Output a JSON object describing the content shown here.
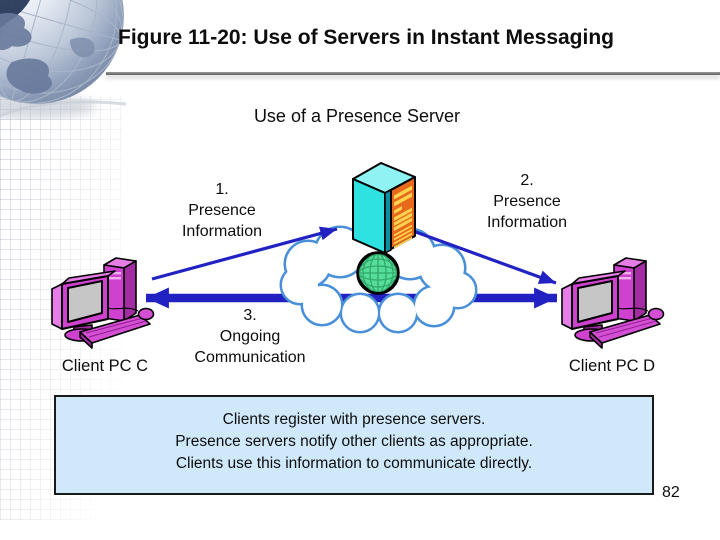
{
  "slide": {
    "title": "Figure 11-20: Use of Servers in Instant Messaging",
    "subtitle": "Use of a Presence Server",
    "page_number": "82"
  },
  "diagram": {
    "steps": {
      "step1": {
        "number": "1.",
        "line1": "Presence",
        "line2": "Information"
      },
      "step2": {
        "number": "2.",
        "line1": "Presence",
        "line2": "Information"
      },
      "step3": {
        "number": "3.",
        "line1": "Ongoing",
        "line2": "Communication"
      }
    },
    "clients": {
      "left": "Client PC C",
      "right": "Client PC D"
    },
    "icons": {
      "server": "presence-server-icon",
      "cloud": "network-cloud-icon",
      "globe": "internet-globe-icon",
      "client_left": "desktop-pc-icon",
      "client_right": "desktop-pc-icon",
      "decoration": "world-globe-icon"
    }
  },
  "note_box": {
    "line1": "Clients register with presence servers.",
    "line2": "Presence servers notify other clients as appropriate.",
    "line3": "Clients use this information to communicate directly."
  },
  "colors": {
    "arrow_blue": "#2222c2",
    "cloud_outline": "#4a90d9",
    "note_box_bg": "#cfe9fb",
    "server_cyan": "#2fe2e2",
    "server_orange": "#e8681c",
    "globe_green": "#57dd9a",
    "pc_magenta": "#cf42cf"
  }
}
